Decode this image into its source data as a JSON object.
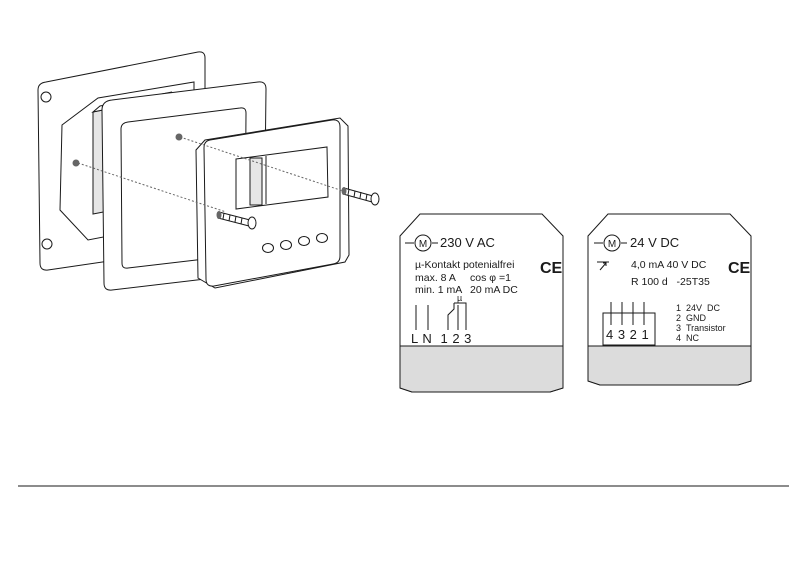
{
  "module_left": {
    "motor_symbol": "M",
    "voltage": "230 V AC",
    "line1": "µ-Kontakt potenialfrei",
    "max_label": "max. 8 A",
    "cos_label": "cos φ =1",
    "min_label": "min. 1 mA",
    "dc_label": "20 mA DC",
    "mu_symbol": "µ",
    "terminals": "L N  1 2 3",
    "ce_mark": "CE"
  },
  "module_right": {
    "motor_symbol": "M",
    "voltage": "24 V DC",
    "rating": "4,0 mA 40 V DC",
    "code": "R 100 d   -25T35",
    "connector_pins": "4 3 2 1",
    "pinout": [
      {
        "num": "1",
        "label": "24V  DC"
      },
      {
        "num": "2",
        "label": "GND"
      },
      {
        "num": "3",
        "label": "Transistor"
      },
      {
        "num": "4",
        "label": "NC"
      }
    ],
    "ce_mark": "CE"
  },
  "colors": {
    "line": "#1a1a1a",
    "panel_shade": "#e6e6e6",
    "module_shade": "#dcdcdc",
    "screw_dot": "#666666"
  }
}
